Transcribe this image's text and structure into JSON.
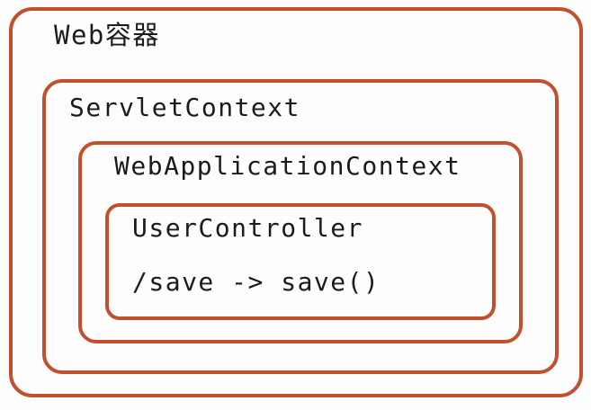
{
  "theme": {
    "border_color": "#c1512e",
    "text_color": "#1b1b1b",
    "background": "#fdfdfd"
  },
  "diagram": {
    "boxes": {
      "web_container": {
        "label": "Web容器"
      },
      "servlet_context": {
        "label": "ServletContext"
      },
      "web_application_context": {
        "label": "WebApplicationContext"
      },
      "user_controller": {
        "label": "UserController",
        "mapping": "/save -> save()"
      }
    }
  }
}
